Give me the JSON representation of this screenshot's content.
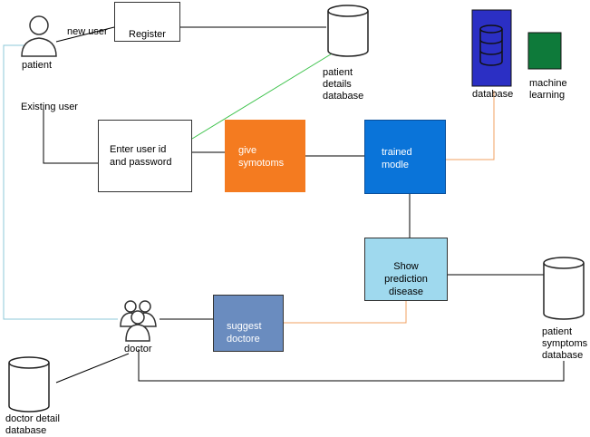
{
  "nodes": {
    "patient": {
      "label": "patient",
      "icon": "person-icon"
    },
    "doctor": {
      "label": "doctor",
      "icon": "group-people-icon"
    },
    "register": {
      "label": "Register"
    },
    "enter_credentials": {
      "label": "Enter user id\nand password"
    },
    "give_symptoms": {
      "label": "give\nsymotoms",
      "color": "#f47b20"
    },
    "trained_model": {
      "label": "trained\nmodle",
      "color": "#0a74d9"
    },
    "show_prediction": {
      "label": "Show\nprediction\ndisease",
      "color": "#9fd9ee"
    },
    "suggest_doctor": {
      "label": "suggest\ndoctore",
      "color": "#6a8cbf"
    },
    "patient_details_db": {
      "label": "patient\ndetails\ndatabase",
      "icon": "database-cylinder-icon"
    },
    "patient_symptoms_db": {
      "label": "patient\nsymptoms\ndatabase",
      "icon": "database-cylinder-icon"
    },
    "doctor_detail_db": {
      "label": "doctor detail\ndatabase",
      "icon": "database-cylinder-icon"
    }
  },
  "edge_labels": {
    "new_user": "new user",
    "existing_user": "Existing user"
  },
  "legend": {
    "database": {
      "label": "database",
      "color": "#2b2fc4",
      "icon": "database-icon"
    },
    "machine_learning": {
      "label": "machine\nlearning",
      "color": "#0e7a3a"
    }
  },
  "colors": {
    "line": "#000000",
    "green_line": "#3cc24a",
    "orange_line": "#f0a060",
    "teal_line": "#8cc8d8"
  }
}
